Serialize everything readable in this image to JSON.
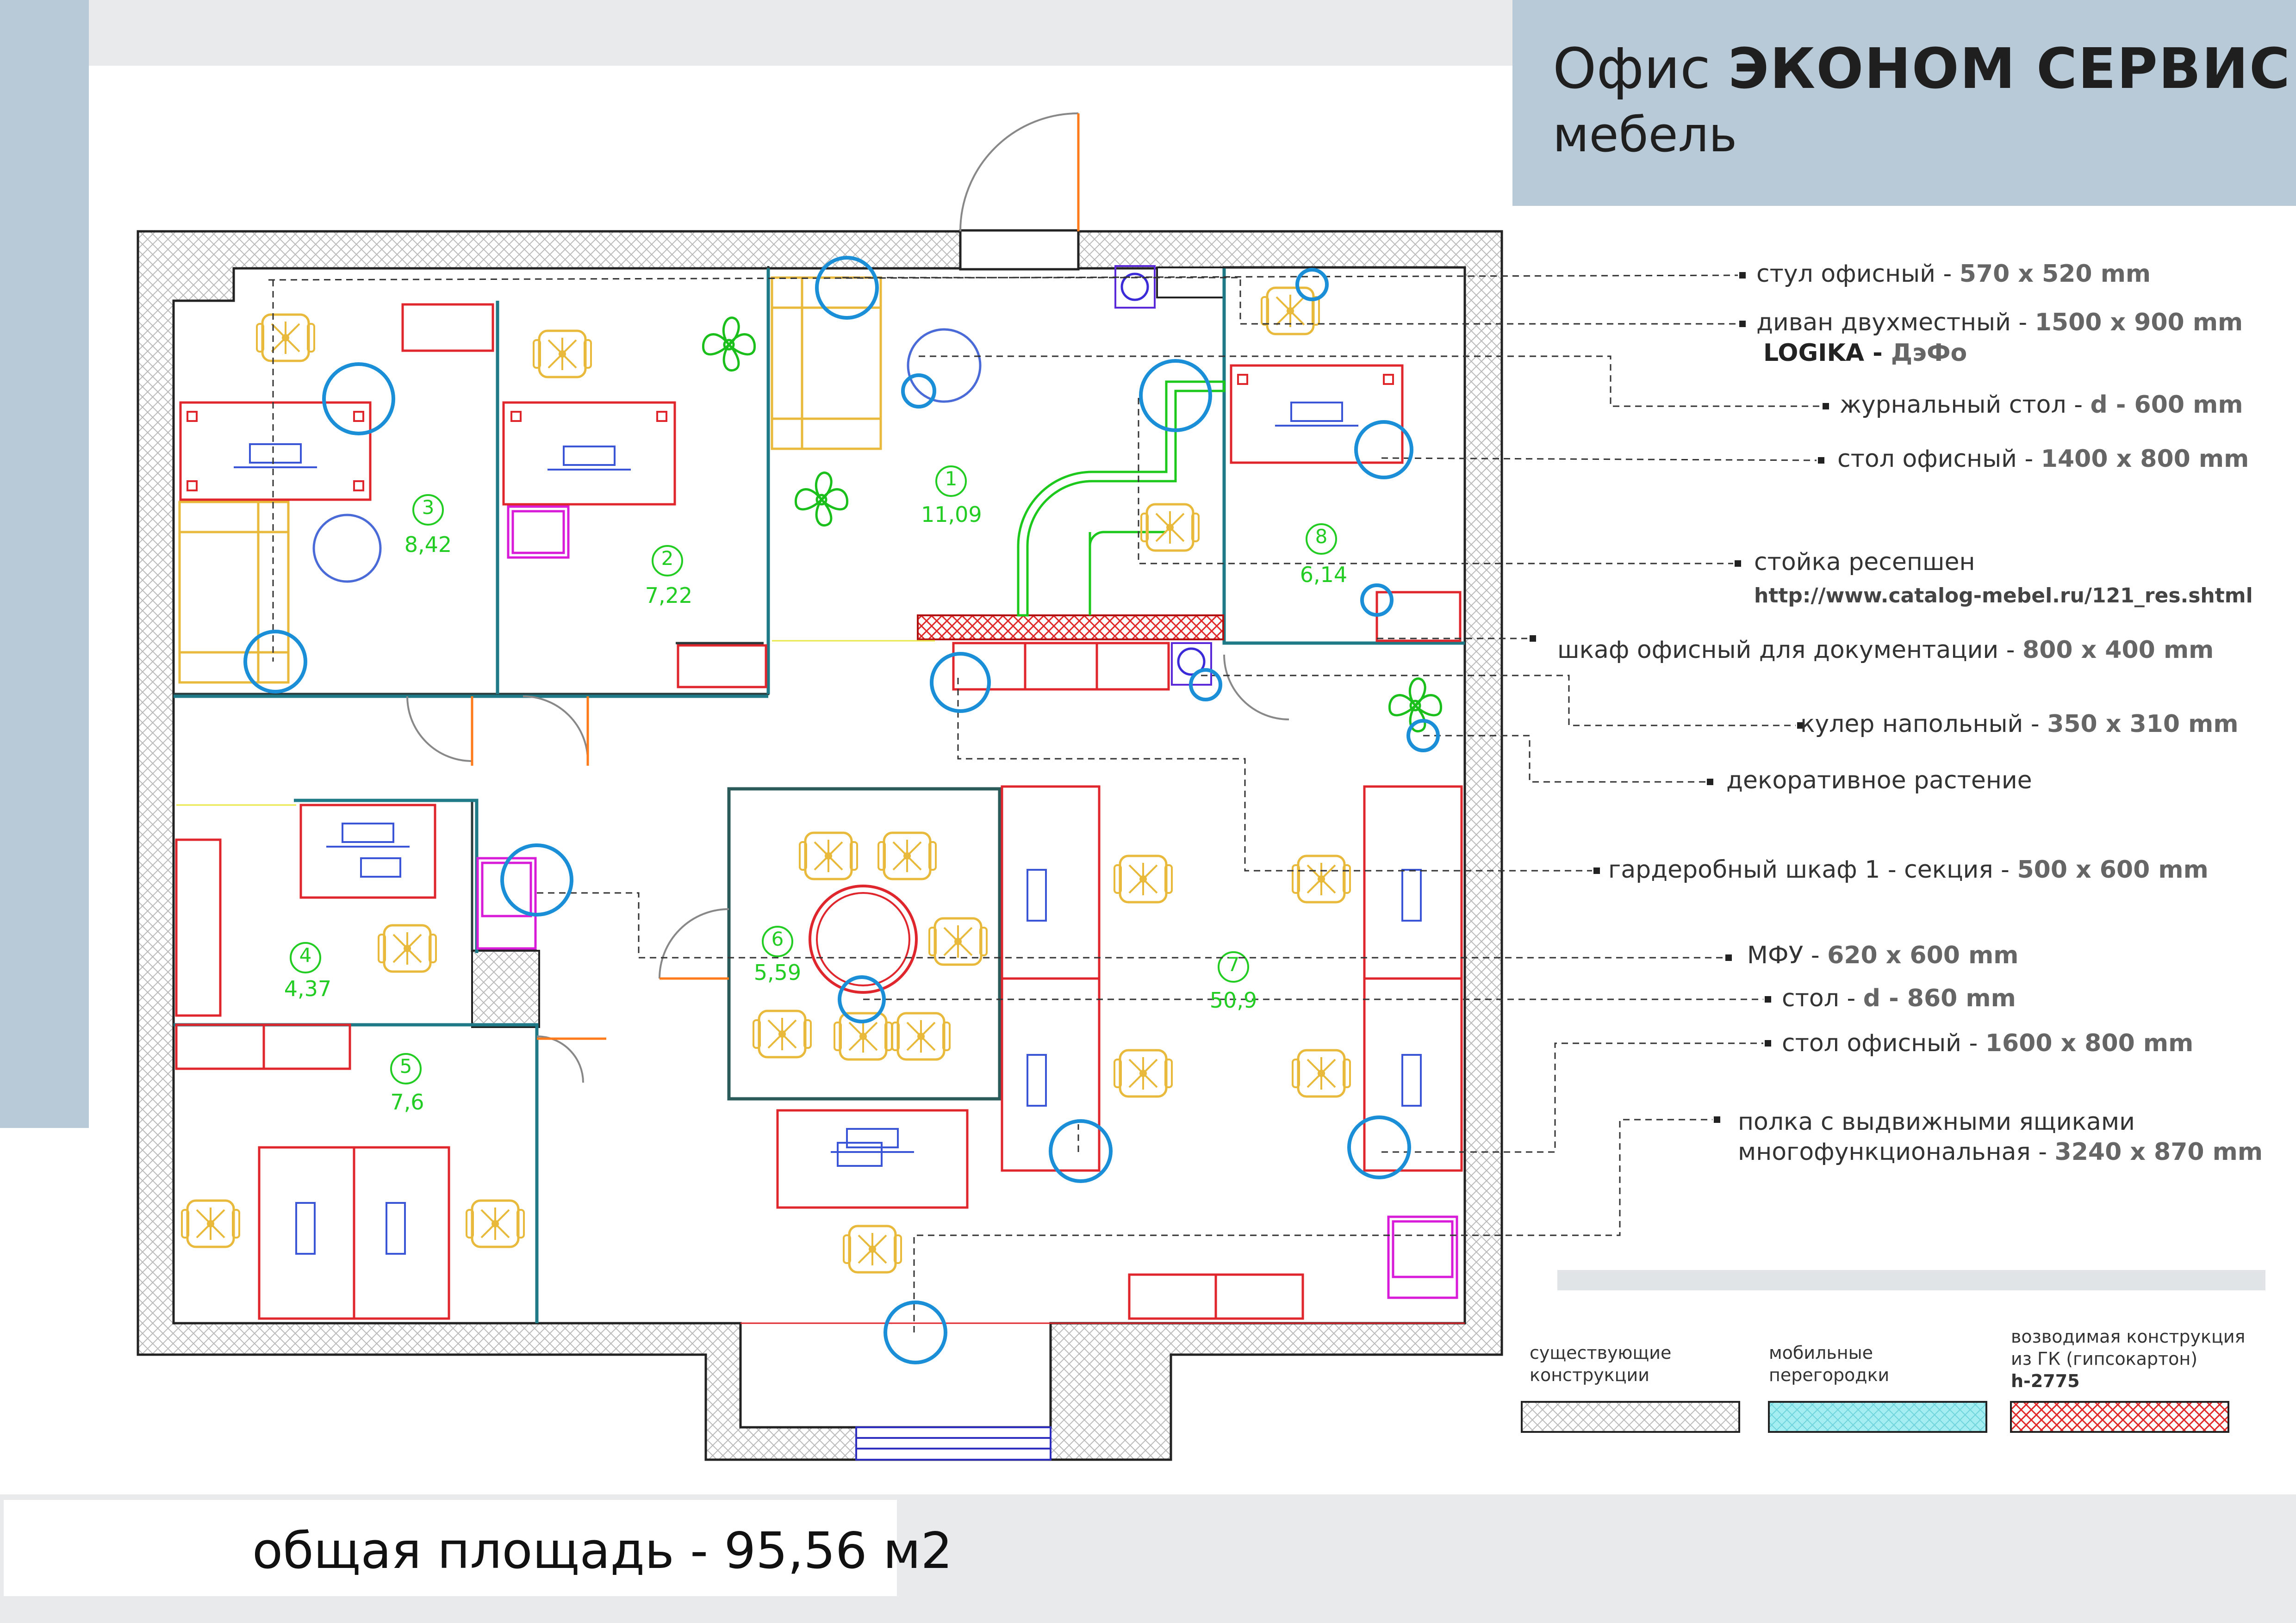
{
  "title": {
    "prefix": "Офис",
    "brand": "ЭКОНОМ СЕРВИС",
    "subtitle": "мебель"
  },
  "rooms": [
    {
      "num": "1",
      "area": "11,09"
    },
    {
      "num": "2",
      "area": "7,22"
    },
    {
      "num": "3",
      "area": "8,42"
    },
    {
      "num": "4",
      "area": "4,37"
    },
    {
      "num": "5",
      "area": "7,6"
    },
    {
      "num": "6",
      "area": "5,59"
    },
    {
      "num": "7",
      "area": "50,9"
    },
    {
      "num": "8",
      "area": "6,14"
    }
  ],
  "legend": [
    {
      "label": "стул офисный - ",
      "value": "570 x 520 mm"
    },
    {
      "label": "диван двухместный - ",
      "value": "1500 x 900 mm",
      "brand": "LOGIKA - ",
      "brand_value": "ДэФо"
    },
    {
      "label": "журнальный стол - ",
      "value": "d - 600  mm"
    },
    {
      "label": "стол офисный - ",
      "value": "1400 x 800 mm"
    },
    {
      "label": "стойка ресепшен",
      "url": "http://www.catalog-mebel.ru/121_res.shtml"
    },
    {
      "label": "шкаф офисный для документации - ",
      "value": "800 x 400 mm"
    },
    {
      "label": "кулер напольный - ",
      "value": "350 x 310 mm"
    },
    {
      "label": "декоративное растение"
    },
    {
      "label": "гардеробный шкаф 1 - секция - ",
      "value": "500 x 600 mm"
    },
    {
      "label": "МФУ - ",
      "value": "620 x 600 mm"
    },
    {
      "label": "стол - ",
      "value": "d - 860  mm"
    },
    {
      "label": "стол офисный - ",
      "value": "1600 x 800 mm"
    },
    {
      "label": "полка с выдвижными ящиками",
      "label2": "многофункциональная - ",
      "value": "3240 x 870 mm"
    }
  ],
  "key": {
    "existing": "существующие конструкции",
    "mobile": "мобильные перегородки",
    "gk_line1": "возводимая конструкция",
    "gk_line2": "из ГК (гипсокартон)",
    "gk_line3": "h-2775"
  },
  "total_area": "общая площадь - 95,56 м2",
  "colors": {
    "panel_blue": "#b8cad8",
    "panel_gray": "#e8eaec",
    "furniture_red": "#e0262d",
    "chair_yellow": "#e8b93a",
    "plant_green": "#1bbf1b",
    "room_label_green": "#22cc22",
    "marker_blue": "#1a8fd8",
    "mobile_partition": "#9fe8ee",
    "gk_partition": "#f06060"
  }
}
